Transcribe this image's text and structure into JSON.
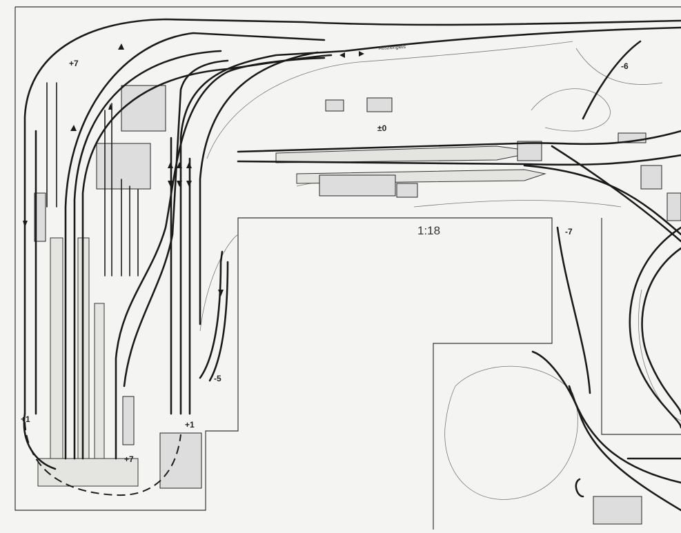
{
  "diagram": {
    "scale": "1:18",
    "siding_label": "Ausziehgleis",
    "levels": [
      "+7",
      "-6",
      "±0",
      "-7",
      "-5",
      "+1",
      "+1",
      "+7"
    ]
  },
  "colors": {
    "paper": "#f4f4f2",
    "ink": "#1a1a1a"
  }
}
